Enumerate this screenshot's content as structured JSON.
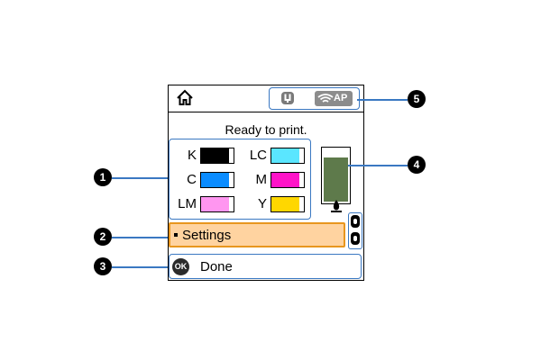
{
  "header": {
    "status_icons": [
      "memory-card-icon",
      "wifi-ap-icon"
    ],
    "wifi_badge_label": "AP"
  },
  "status": {
    "message": "Ready to print."
  },
  "ink_levels": [
    {
      "label": "K",
      "color": "#000000",
      "level": 0.85
    },
    {
      "label": "LC",
      "color": "#5ae6ff",
      "level": 0.85
    },
    {
      "label": "C",
      "color": "#0a8cff",
      "level": 0.85
    },
    {
      "label": "M",
      "color": "#ff14c8",
      "level": 0.85
    },
    {
      "label": "LM",
      "color": "#ff96f0",
      "level": 0.85
    },
    {
      "label": "Y",
      "color": "#ffd700",
      "level": 0.85
    }
  ],
  "maintenance_box": {
    "color": "#5e7a4b",
    "level": 0.85
  },
  "menu": {
    "selected_item": "Settings"
  },
  "footer": {
    "ok_button_label": "OK",
    "done_label": "Done"
  },
  "callouts": [
    "1",
    "2",
    "3",
    "4",
    "5"
  ],
  "colors": {
    "highlight_border": "#3a78c2",
    "selection_fill": "#ffd3a0",
    "selection_border": "#e8961e"
  }
}
